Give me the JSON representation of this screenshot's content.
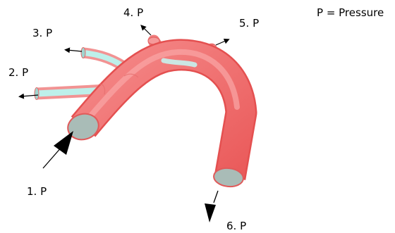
{
  "labels": {
    "p1": "1. P",
    "p2": "2. P",
    "p3": "3. P",
    "p4": "4. P",
    "p5": "5. P",
    "p6": "6. P"
  },
  "legend": "P = Pressure",
  "colors": {
    "vessel_wall": "#f26a6a",
    "vessel_edge": "#e04848",
    "vessel_core": "#b9f0ee",
    "cross_section": "#a6b8b4",
    "arrow": "#000000"
  }
}
